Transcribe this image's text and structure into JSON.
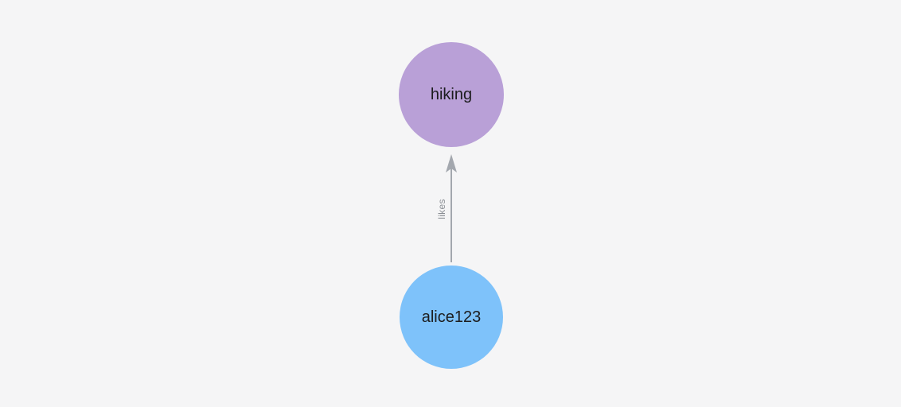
{
  "canvas": {
    "background": "#f5f5f6"
  },
  "graph": {
    "type": "directed-graph",
    "nodes": [
      {
        "id": "hiking",
        "label": "hiking",
        "color": "#b9a0d7",
        "text_color": "#1c1c1e"
      },
      {
        "id": "alice123",
        "label": "alice123",
        "color": "#7ec2fa",
        "text_color": "#1c1c1e"
      }
    ],
    "edges": [
      {
        "from": "alice123",
        "to": "hiking",
        "label": "likes",
        "line_color": "#a3a7ae",
        "label_color": "#8a8e94"
      }
    ]
  }
}
